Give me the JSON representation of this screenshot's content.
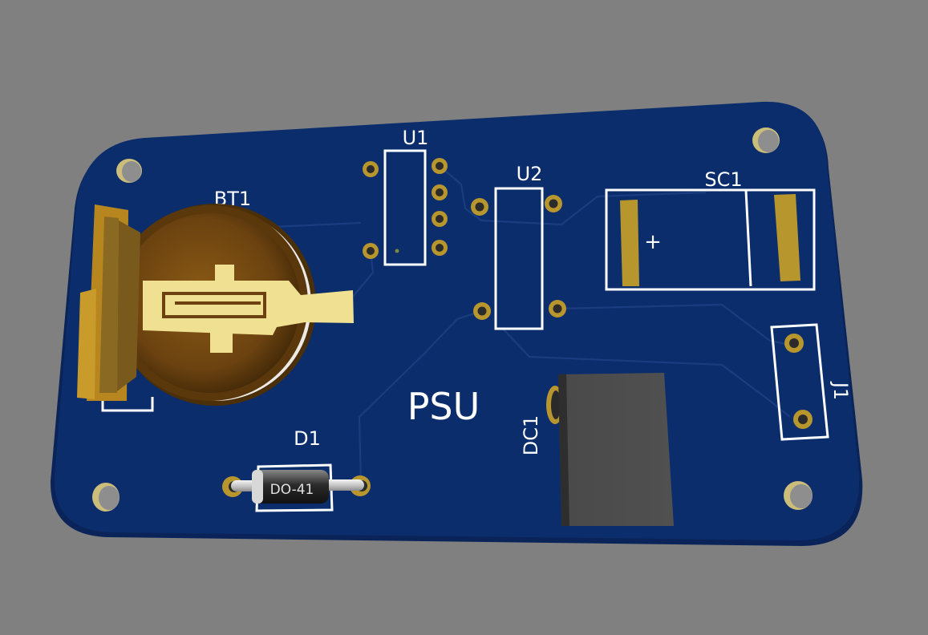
{
  "scene": {
    "background_color": "#808080",
    "board_color": "#0c2d6b",
    "board_edge_color": "#0a2459",
    "trace_color": "#1a3d80",
    "silkscreen_color": "#ffffff",
    "pad_color": "#b8962e",
    "gold_color": "#f1e39a"
  },
  "board": {
    "title": "PSU"
  },
  "designators": {
    "battery": "BT1",
    "u1": "U1",
    "u2": "U2",
    "supercap": "SC1",
    "diode": "D1",
    "dc_module": "DC1",
    "connector": "J1"
  },
  "markings": {
    "diode_package": "DO-41",
    "supercap_polarity": "+"
  }
}
